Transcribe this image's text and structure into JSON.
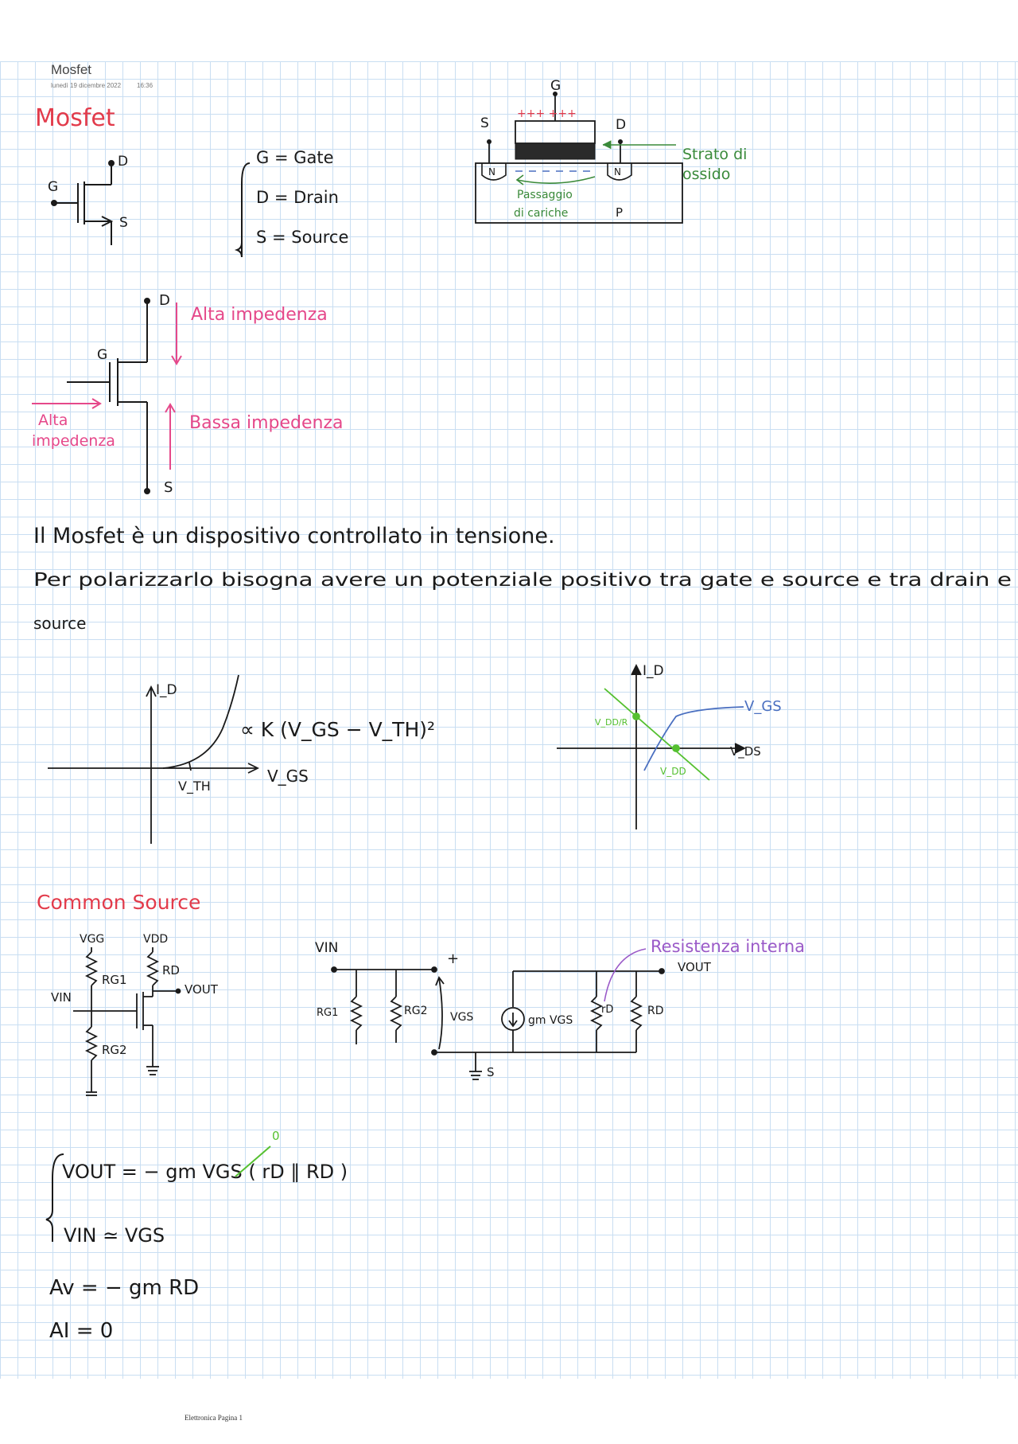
{
  "header": {
    "title": "Mosfet",
    "date": "lunedì 19 dicembre 2022",
    "time": "16:36"
  },
  "footer": "Elettronica Pagina 1",
  "section1": {
    "title": "Mosfet",
    "symbol_labels": {
      "g": "G",
      "d": "D",
      "s": "S"
    },
    "legend": [
      "G = Gate",
      "D = Drain",
      "S = Source"
    ],
    "cross_section": {
      "gate": "G",
      "source": "S",
      "drain": "D",
      "charges": "+++ +++",
      "n_left": "N",
      "n_right": "N",
      "oxide_note": "Strato di ossido",
      "channel_note_1": "Passaggio",
      "channel_note_2": "di cariche",
      "substrate": "P"
    }
  },
  "section2": {
    "d": "D",
    "g": "G",
    "s": "S",
    "high_imp_drain": "Alta impedenza",
    "low_imp_source": "Bassa impedenza",
    "high_imp_gate_1": "Alta",
    "high_imp_gate_2": "impedenza"
  },
  "text": {
    "line1": "Il Mosfet è un dispositivo controllato in tensione.",
    "line2": "Per polarizzarlo bisogna avere un potenziale positivo tra gate e source e tra drain e",
    "line3": "source"
  },
  "graph1": {
    "y_label": "I_D",
    "x_label": "V_GS",
    "threshold": "V_TH",
    "formula": "∝ K (V_GS − V_TH)²"
  },
  "graph2": {
    "y_label": "I_D",
    "x_label": "V_DS",
    "curve_label": "V_GS",
    "load_y": "V_DD/R",
    "load_x": "V_DD"
  },
  "common_source": {
    "title": "Common Source",
    "vgg": "VGG",
    "vdd": "VDD",
    "rg1": "RG1",
    "rg2": "RG2",
    "rd": "RD",
    "vin": "VIN",
    "vout": "VOUT",
    "model": {
      "vin": "VIN",
      "plus": "+",
      "rg1": "RG1",
      "rg2": "RG2",
      "vgs": "VGS",
      "source": "gm VGS",
      "rint": "rD",
      "rd": "RD",
      "vout": "VOUT",
      "s": "S",
      "note": "Resistenza interna"
    }
  },
  "equations": {
    "vout": "VOUT = − gm VGS ( rD ∥ RD )",
    "vin": "VIN ≃ VGS",
    "av": "Av = − gm RD",
    "ai": "AI = 0",
    "strike_mark": "0"
  }
}
